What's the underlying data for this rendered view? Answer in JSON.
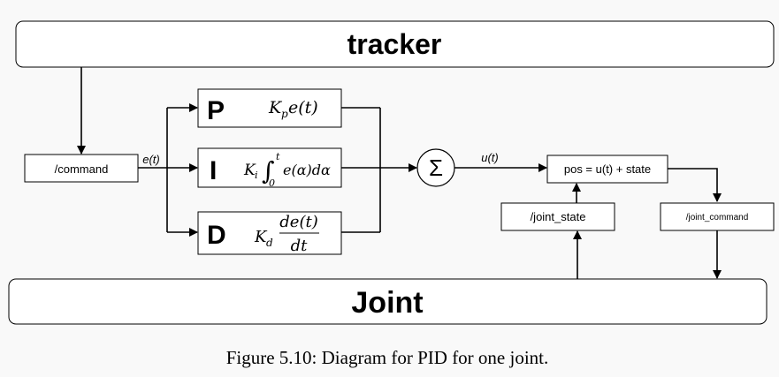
{
  "blocks": {
    "tracker": "tracker",
    "joint": "Joint",
    "command": "/command",
    "joint_state": "/joint_state",
    "joint_command": "/joint_command",
    "pos": "pos = u(t) + state"
  },
  "pid": {
    "p_label": "P",
    "i_label": "I",
    "d_label": "D",
    "sum_symbol": "Σ"
  },
  "signals": {
    "error": "e(t)",
    "control": "u(t)"
  },
  "caption": "Figure 5.10: Diagram for PID for one joint."
}
